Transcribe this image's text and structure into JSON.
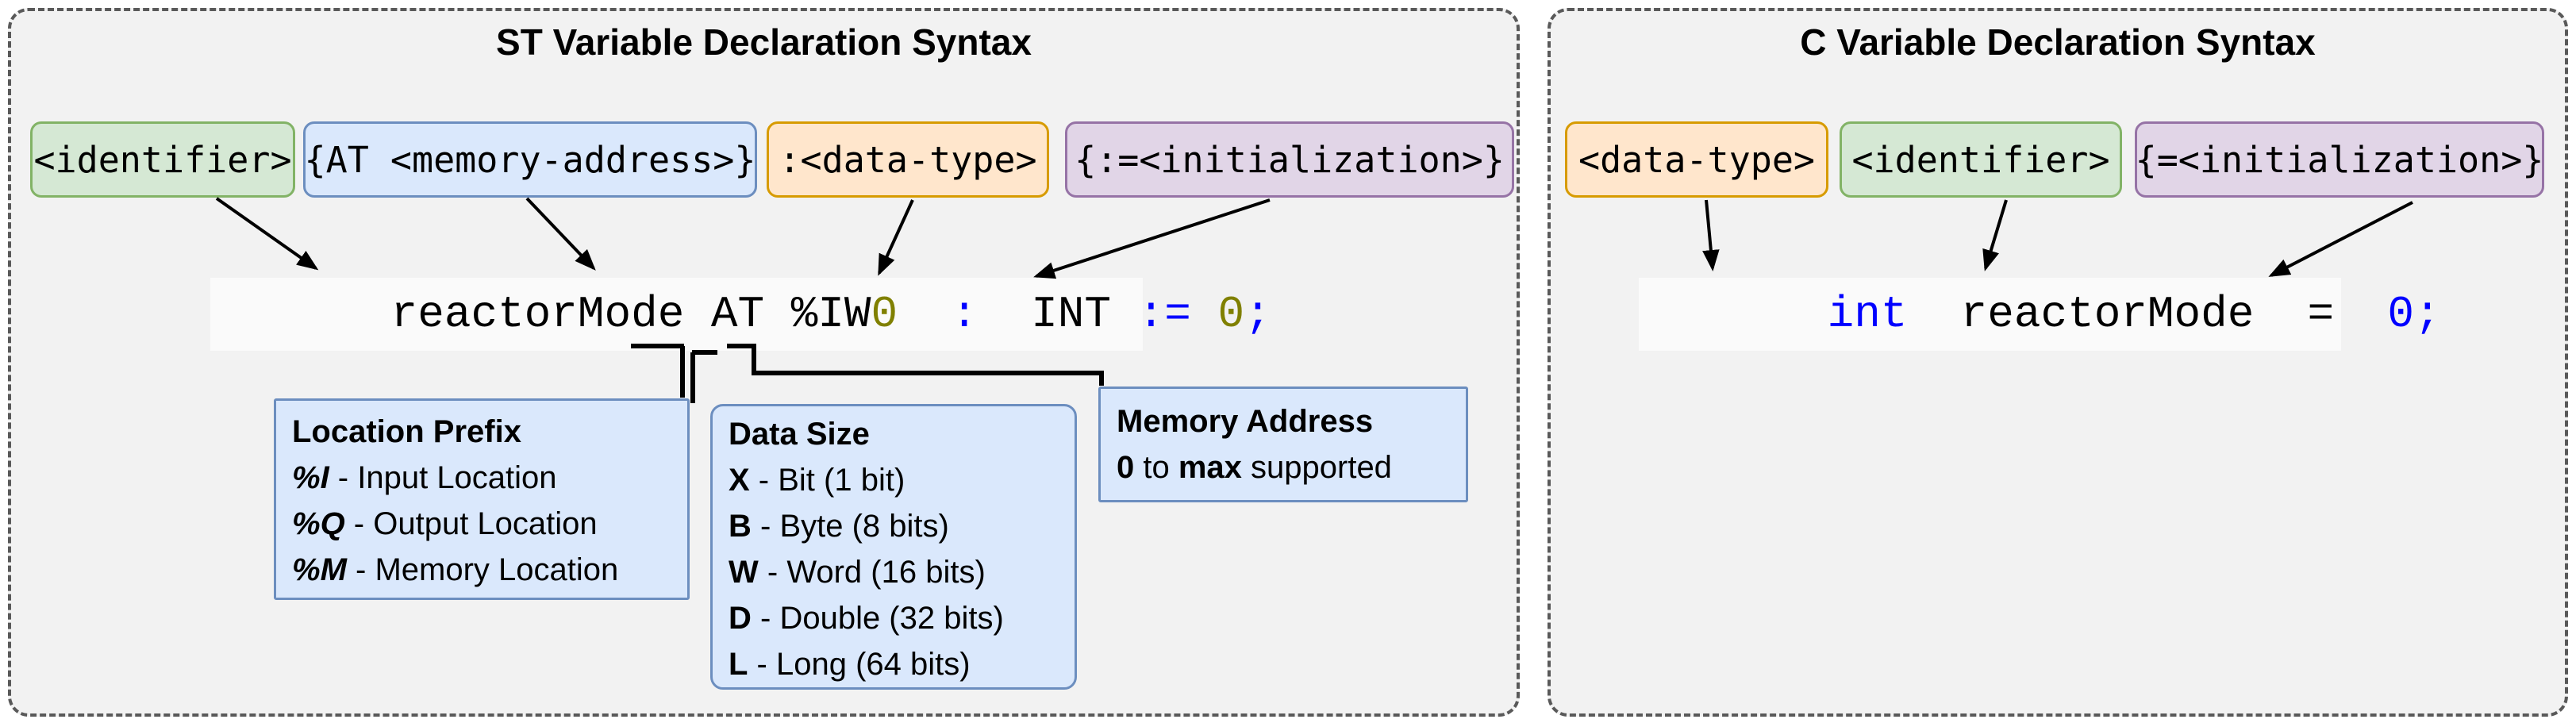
{
  "st_panel": {
    "title": "ST Variable Declaration Syntax",
    "boxes": {
      "identifier": "<identifier>",
      "memory_address": "{AT <memory-address>}",
      "data_type": ":<data-type>",
      "initialization": "{:=<initialization>}"
    },
    "code": {
      "full_text": "reactorMode AT %IW0  :  INT := 0;",
      "tokens": [
        {
          "t": "reactorMode AT %IW"
        },
        {
          "t": "0"
        },
        {
          "t": "  "
        },
        {
          "t": ":"
        },
        {
          "t": "  INT "
        },
        {
          "t": ":="
        },
        {
          "t": " "
        },
        {
          "t": "0"
        },
        {
          "t": ";"
        }
      ]
    },
    "callouts": {
      "location_prefix": {
        "title": "Location Prefix",
        "items": [
          {
            "key": "%I",
            "desc": " - Input Location"
          },
          {
            "key": "%Q",
            "desc": " - Output Location"
          },
          {
            "key": "%M",
            "desc": " - Memory Location"
          }
        ]
      },
      "data_size": {
        "title": "Data Size",
        "items": [
          {
            "key": "X",
            "desc": " - Bit (1 bit)"
          },
          {
            "key": "B",
            "desc": " - Byte (8 bits)"
          },
          {
            "key": "W",
            "desc": " - Word (16 bits)"
          },
          {
            "key": "D",
            "desc": " - Double (32 bits)"
          },
          {
            "key": "L",
            "desc": " - Long (64 bits)"
          }
        ]
      },
      "memory_address": {
        "title": "Memory Address",
        "line": [
          {
            "t": "0"
          },
          {
            "t": " to "
          },
          {
            "t": "max"
          },
          {
            "t": " supported"
          }
        ]
      }
    }
  },
  "c_panel": {
    "title": "C Variable Declaration Syntax",
    "boxes": {
      "data_type": "<data-type>",
      "identifier": "<identifier>",
      "initialization": "{=<initialization>}"
    },
    "code": {
      "full_text": "int  reactorMode  =  0;",
      "tokens": [
        {
          "t": "int"
        },
        {
          "t": "  reactorMode  =  "
        },
        {
          "t": "0;"
        }
      ]
    }
  },
  "colors": {
    "panel_fill": "#f2f2f2",
    "panel_border": "#595959",
    "green_fill": "#d5e8d4",
    "green_border": "#82b366",
    "blue_fill": "#dae8fc",
    "blue_border": "#6c8ebf",
    "orange_fill": "#ffe6cc",
    "orange_border": "#d79b00",
    "purple_fill": "#e1d5e7",
    "purple_border": "#9673a6",
    "code_keyword_blue": "#0000ff",
    "code_literal_olive": "#808000",
    "code_text": "#000000"
  }
}
